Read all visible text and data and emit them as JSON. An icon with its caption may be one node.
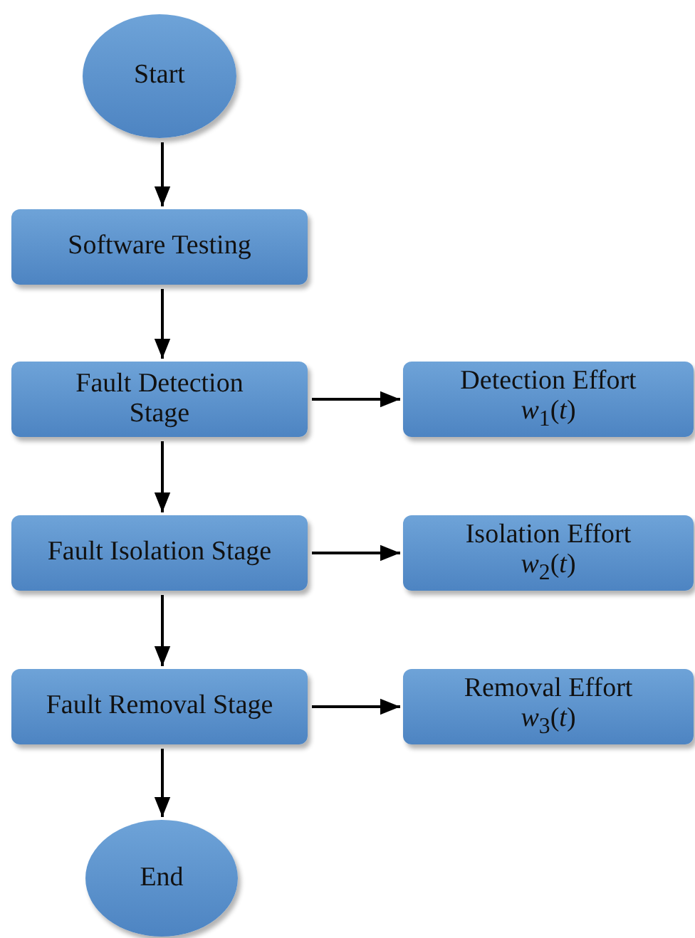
{
  "diagram": {
    "nodes": [
      {
        "text": [
          "Start"
        ]
      },
      {
        "text": [
          "Software Testing"
        ]
      },
      {
        "text": [
          "Fault Detection Stage"
        ]
      },
      {
        "text": [
          "Detection Effort",
          "*w*$_{1}$(*t*)"
        ]
      },
      {
        "text": [
          "Fault Isolation Stage"
        ]
      },
      {
        "text": [
          "Isolation Effort",
          "*w*$_{2}$(*t*)"
        ]
      },
      {
        "text": [
          "Fault Removal Stage"
        ]
      },
      {
        "text": [
          "Removal Effort",
          "*w*$_{3}$(*t*)"
        ]
      },
      {
        "text": [
          "End"
        ]
      }
    ],
    "edges": [
      {
        "from": 0,
        "to": 1,
        "arrow": "to"
      },
      {
        "from": 1,
        "to": 2,
        "arrow": "to"
      },
      {
        "from": 2,
        "to": 3,
        "arrow": "to"
      },
      {
        "from": 2,
        "to": 4,
        "arrow": "to"
      },
      {
        "from": 4,
        "to": 5,
        "arrow": "to"
      },
      {
        "from": 4,
        "to": 6,
        "arrow": "to"
      },
      {
        "from": 6,
        "to": 7,
        "arrow": "to"
      },
      {
        "from": 6,
        "to": 8,
        "arrow": "to"
      }
    ]
  }
}
